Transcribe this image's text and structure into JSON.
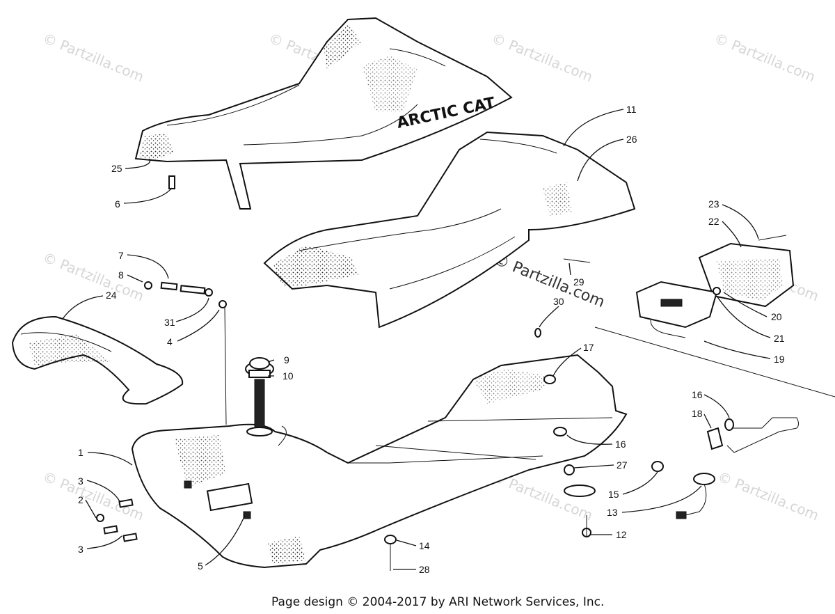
{
  "diagram": {
    "brand_text": "ARCTIC CAT",
    "watermark": "© Partzilla.com",
    "footer": "Page design © 2004-2017 by ARI Network Services, Inc.",
    "callouts": {
      "c1": "1",
      "c2": "2",
      "c3a": "3",
      "c3b": "3",
      "c4": "4",
      "c5": "5",
      "c6": "6",
      "c7": "7",
      "c8": "8",
      "c9": "9",
      "c10": "10",
      "c11": "11",
      "c12": "12",
      "c13": "13",
      "c14": "14",
      "c15": "15",
      "c16a": "16",
      "c16b": "16",
      "c17": "17",
      "c18": "18",
      "c19": "19",
      "c20": "20",
      "c21": "21",
      "c22": "22",
      "c23": "23",
      "c24": "24",
      "c25": "25",
      "c26": "26",
      "c27": "27",
      "c28": "28",
      "c29": "29",
      "c30": "30",
      "c31": "31"
    }
  }
}
